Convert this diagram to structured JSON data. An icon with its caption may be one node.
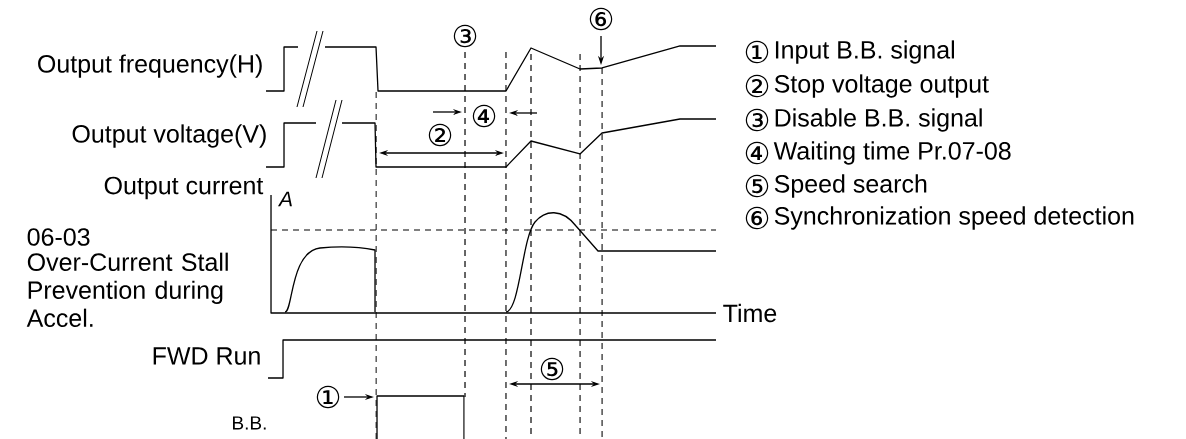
{
  "diagram": {
    "labels": [
      "③",
      "⑥",
      "①",
      "Input B.B. signal",
      "Output frequency(H)",
      "②",
      "Stop voltage output",
      "④",
      "③",
      "Disable B.B. signal",
      "Output voltage(V)",
      "②",
      "④",
      "Waiting time Pr.07-08",
      "Output current",
      "⑤",
      "Speed search",
      "A",
      "⑥",
      "Synchronization speed detection",
      "06-03",
      "Over-Current Stall Prevention during Accel.",
      "Time",
      "FWD Run",
      "⑤",
      "①",
      "B.B."
    ]
  }
}
